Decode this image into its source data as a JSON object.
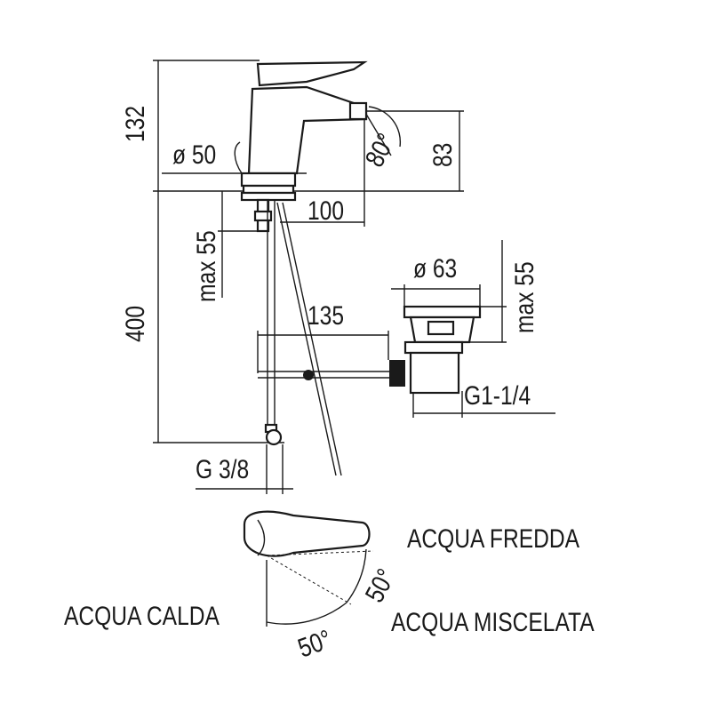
{
  "dimensions": {
    "total_height": "132",
    "base_diameter": "ø 50",
    "spout_angle": "80°",
    "spout_height": "83",
    "spout_reach": "100",
    "max_thickness_left": "max 55",
    "hose_length": "400",
    "rod_length": "135",
    "waste_diameter": "ø 63",
    "max_thickness_right": "max 55",
    "waste_thread": "G1-1/4",
    "hose_thread": "G 3/8"
  },
  "top_view": {
    "cold_label": "ACQUA FREDDA",
    "hot_label": "ACQUA CALDA",
    "mixed_label": "ACQUA MISCELATA",
    "angle_right": "50°",
    "angle_bottom": "50°"
  }
}
